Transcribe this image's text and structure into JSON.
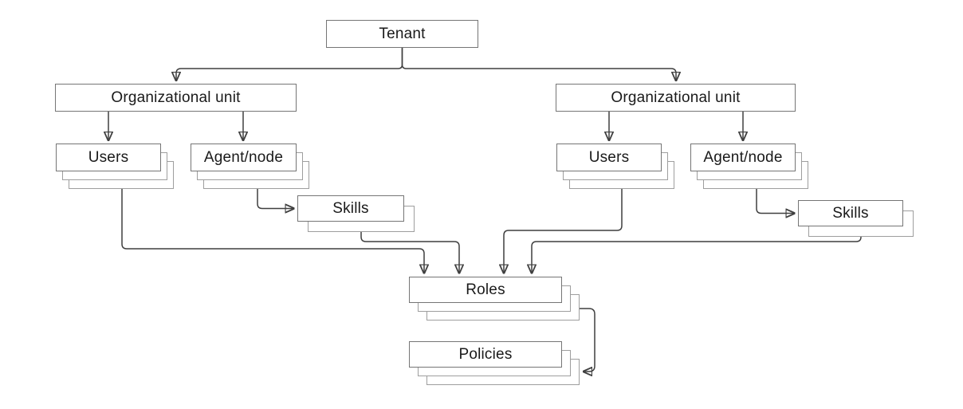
{
  "nodes": {
    "tenant": {
      "label": "Tenant"
    },
    "org_unit_left": {
      "label": "Organizational unit"
    },
    "org_unit_right": {
      "label": "Organizational unit"
    },
    "users_left": {
      "label": "Users"
    },
    "agent_node_left": {
      "label": "Agent/node"
    },
    "skills_left": {
      "label": "Skills"
    },
    "users_right": {
      "label": "Users"
    },
    "agent_node_right": {
      "label": "Agent/node"
    },
    "skills_right": {
      "label": "Skills"
    },
    "roles": {
      "label": "Roles"
    },
    "policies": {
      "label": "Policies"
    }
  },
  "edges": [
    {
      "from": "tenant",
      "to": "org_unit_left"
    },
    {
      "from": "tenant",
      "to": "org_unit_right"
    },
    {
      "from": "org_unit_left",
      "to": "users_left"
    },
    {
      "from": "org_unit_left",
      "to": "agent_node_left"
    },
    {
      "from": "org_unit_right",
      "to": "users_right"
    },
    {
      "from": "org_unit_right",
      "to": "agent_node_right"
    },
    {
      "from": "agent_node_left",
      "to": "skills_left"
    },
    {
      "from": "agent_node_right",
      "to": "skills_right"
    },
    {
      "from": "users_left",
      "to": "roles"
    },
    {
      "from": "skills_left",
      "to": "roles"
    },
    {
      "from": "users_right",
      "to": "roles"
    },
    {
      "from": "skills_right",
      "to": "roles"
    },
    {
      "from": "roles",
      "to": "policies"
    }
  ],
  "colors": {
    "background": "#ffffff",
    "box_fill": "#ffffff",
    "box_border": "#757575",
    "stack_shadow_border": "#9e9e9e",
    "connector": "#3f3f3f",
    "arrowhead": "#3a3a3a",
    "text": "#1a1a1a"
  }
}
